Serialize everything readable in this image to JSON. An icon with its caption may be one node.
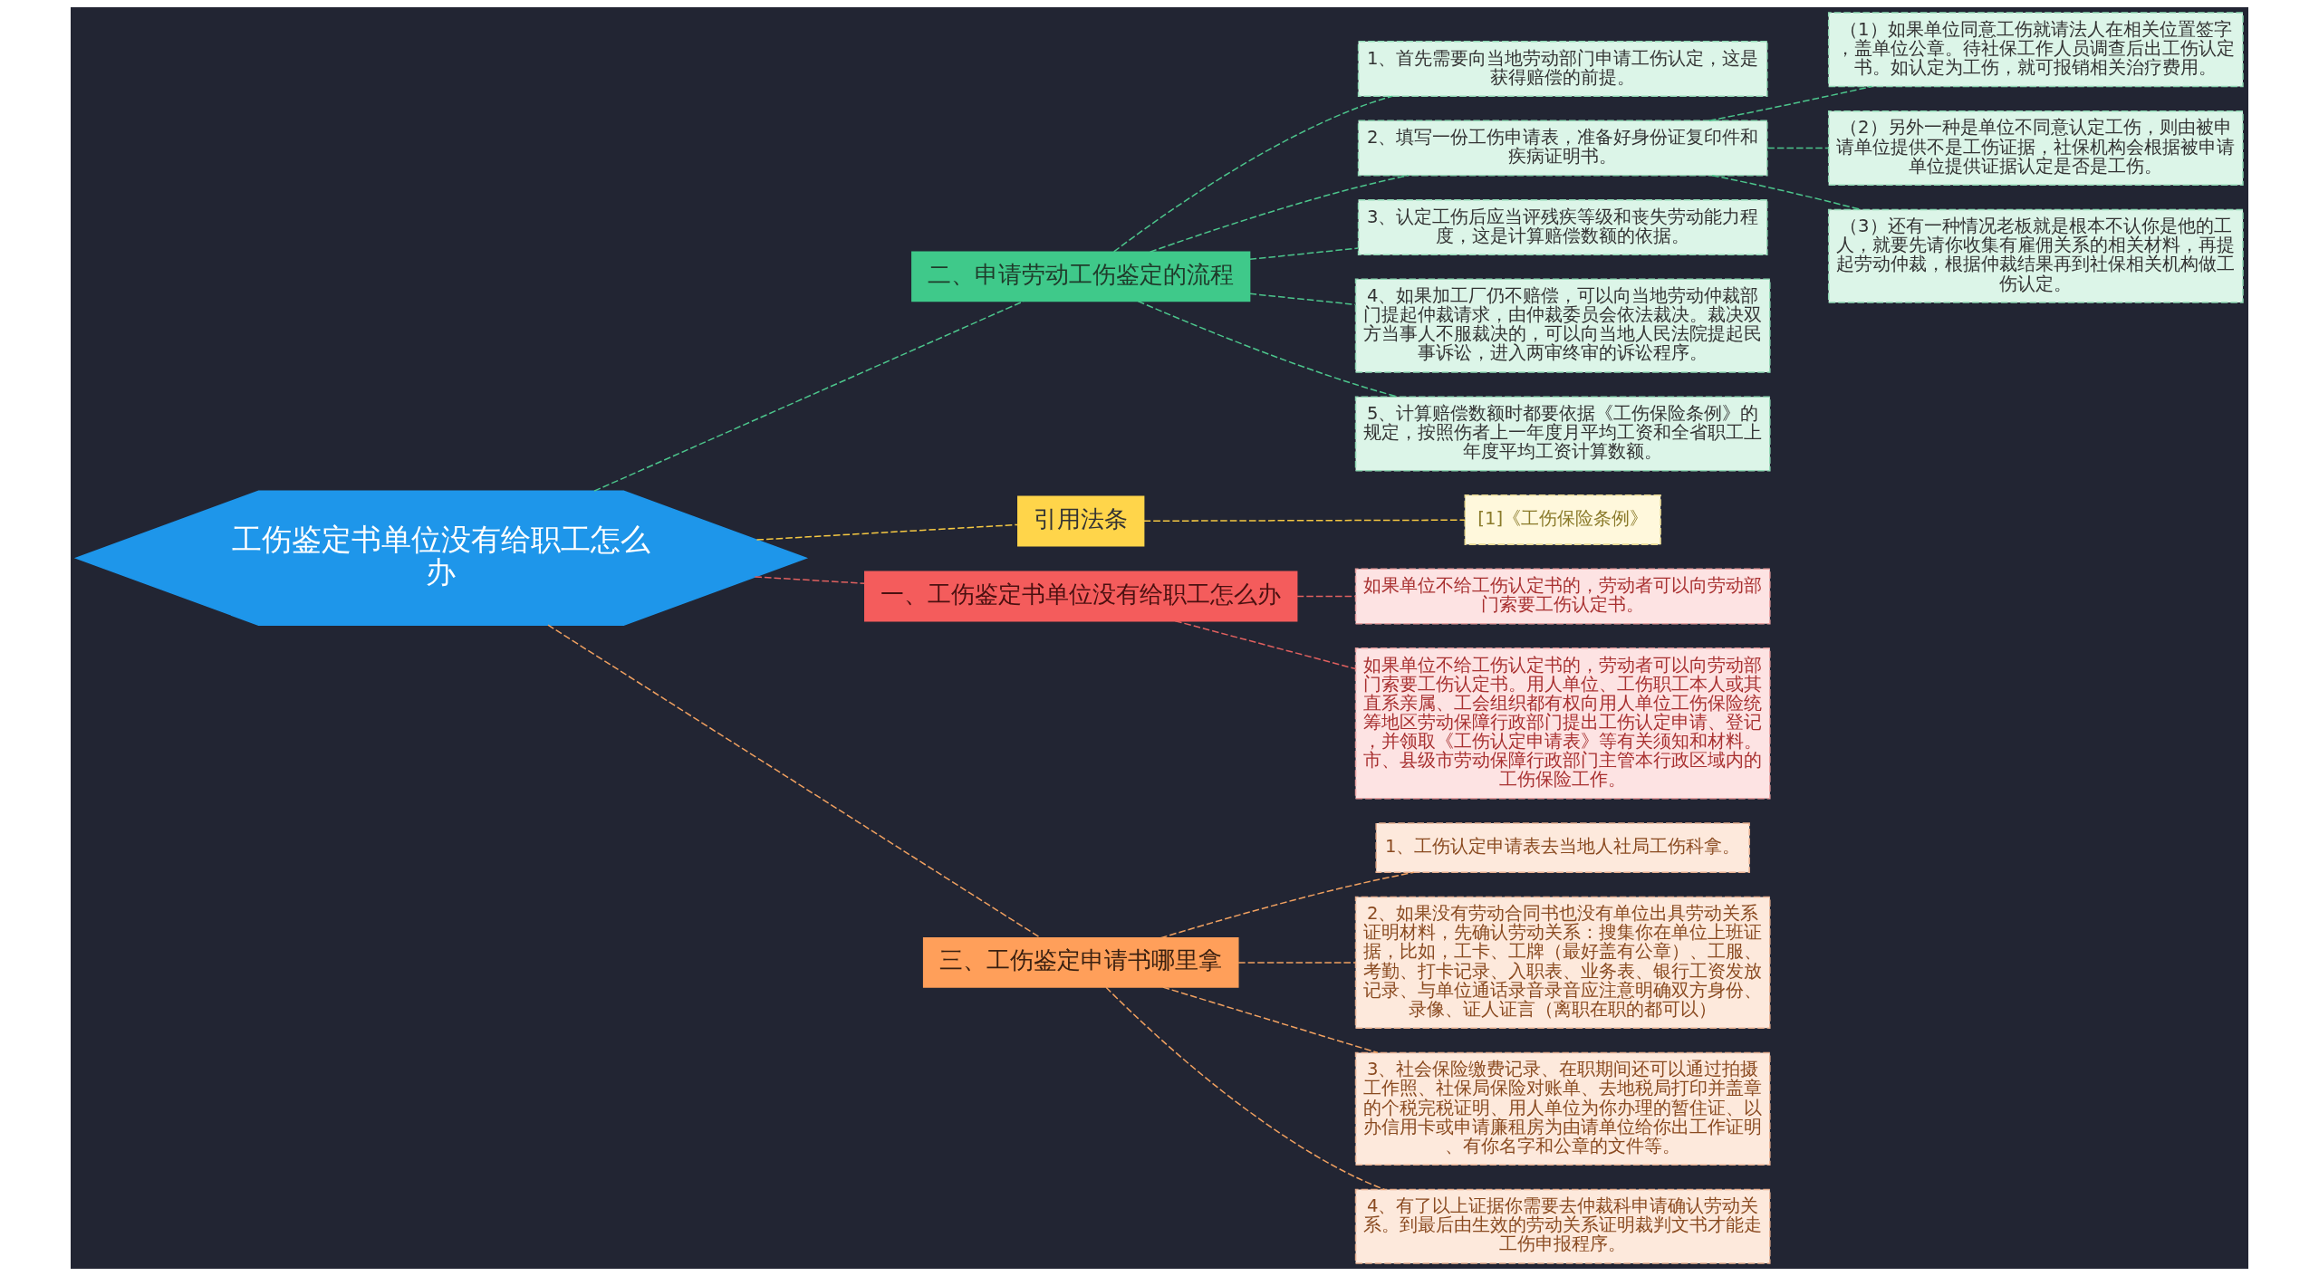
{
  "diagram": {
    "nodes": [
      {
        "text": [
          "工伤鉴定书单位没有给职工怎么办"
        ]
      },
      {
        "text": [
          "二、申请劳动工伤鉴定的流程"
        ]
      },
      {
        "text": [
          "1、首先需要向当地劳动部门申请工伤认定，这是获得赔偿的前提。"
        ]
      },
      {
        "text": [
          "2、填写一份工伤申请表，准备好身份证复印件和疾病证明书。"
        ]
      },
      {
        "text": [
          "（1）如果单位同意工伤就请法人在相关位置签字，盖单位公章。待社保工作人员调查后出工伤认定书。如认定为工伤，就可报销相关治疗费用。"
        ]
      },
      {
        "text": [
          "（2）另外一种是单位不同意认定工伤，则由被申请单位提供不是工伤证据，社保机构会根据被申请单位提供证据认定是否是工伤。"
        ]
      },
      {
        "text": [
          "（3）还有一种情况老板就是根本不认你是他的工人，就要先请你收集有雇佣关系的相关材料，再提起劳动仲裁，根据仲裁结果再到社保相关机构做工伤认定。"
        ]
      },
      {
        "text": [
          "3、认定工伤后应当评残疾等级和丧失劳动能力程度，这是计算赔偿数额的依据。"
        ]
      },
      {
        "text": [
          "4、如果加工厂仍不赔偿，可以向当地劳动仲裁部门提起仲裁请求，由仲裁委员会依法裁决。裁决双方当事人不服裁决的，可以向当地人民法院提起民事诉讼，进入两审终审的诉讼程序。"
        ]
      },
      {
        "text": [
          "5、计算赔偿数额时都要依据《工伤保险条例》的规定，按照伤者上一年度月平均工资和全省职工上年度平均工资计算数额。"
        ]
      },
      {
        "text": [
          "引用法条"
        ]
      },
      {
        "text": [
          "[1]《工伤保险条例》"
        ]
      },
      {
        "text": [
          "一、工伤鉴定书单位没有给职工怎么办"
        ]
      },
      {
        "text": [
          "如果单位不给工伤认定书的，劳动者可以向劳动部门索要工伤认定书。"
        ]
      },
      {
        "text": [
          "如果单位不给工伤认定书的，劳动者可以向劳动部门索要工伤认定书。用人单位、工伤职工本人或其直系亲属、工会组织都有权向用人单位工伤保险统筹地区劳动保障行政部门提出工伤认定申请、登记，并领取《工伤认定申请表》等有关须知和材料。市、县级市劳动保障行政部门主管本行政区域内的工伤保险工作。"
        ]
      },
      {
        "text": [
          "三、工伤鉴定申请书哪里拿"
        ]
      },
      {
        "text": [
          "1、工伤认定申请表去当地人社局工伤科拿。"
        ]
      },
      {
        "text": [
          "2、如果没有劳动合同书也没有单位出具劳动关系证明材料，先确认劳动关系：搜集你在单位上班证据，比如，工卡、工牌（最好盖有公章）、工服、考勤、打卡记录、入职表、业务表、银行工资发放记录、与单位通话录音录音应注意明确双方身份、录像、证人证言（离职在职的都可以）"
        ]
      },
      {
        "text": [
          "3、社会保险缴费记录、在职期间还可以通过拍摄工作照、社保局保险对账单、去地税局打印并盖章的个税完税证明、用人单位为你办理的暂住证、以办信用卡或申请廉租房为由请单位给你出工作证明、有你名字和公章的文件等。"
        ]
      },
      {
        "text": [
          "4、有了以上证据你需要去仲裁科申请确认劳动关系。到最后由生效的劳动关系证明裁判文书才能走工伤申报程序。"
        ]
      }
    ],
    "edges": [
      {
        "from": 0,
        "to": 1,
        "arrow": "none",
        "style": "dashed",
        "color": "#4cc58c"
      },
      {
        "from": 1,
        "to": 2,
        "arrow": "none",
        "style": "dashed",
        "color": "#4cc58c"
      },
      {
        "from": 1,
        "to": 3,
        "arrow": "none",
        "style": "dashed",
        "color": "#4cc58c"
      },
      {
        "from": 3,
        "to": 4,
        "arrow": "none",
        "style": "dashed",
        "color": "#4cc58c"
      },
      {
        "from": 3,
        "to": 5,
        "arrow": "none",
        "style": "dashed",
        "color": "#4cc58c"
      },
      {
        "from": 3,
        "to": 6,
        "arrow": "none",
        "style": "dashed",
        "color": "#4cc58c"
      },
      {
        "from": 1,
        "to": 7,
        "arrow": "none",
        "style": "dashed",
        "color": "#4cc58c"
      },
      {
        "from": 1,
        "to": 8,
        "arrow": "none",
        "style": "dashed",
        "color": "#4cc58c"
      },
      {
        "from": 1,
        "to": 9,
        "arrow": "none",
        "style": "dashed",
        "color": "#4cc58c"
      },
      {
        "from": 0,
        "to": 10,
        "arrow": "none",
        "style": "dashed",
        "color": "#f5c842"
      },
      {
        "from": 10,
        "to": 11,
        "arrow": "none",
        "style": "dashed",
        "color": "#f5c842"
      },
      {
        "from": 0,
        "to": 12,
        "arrow": "none",
        "style": "dashed",
        "color": "#e0605f"
      },
      {
        "from": 12,
        "to": 13,
        "arrow": "none",
        "style": "dashed",
        "color": "#e0605f"
      },
      {
        "from": 12,
        "to": 14,
        "arrow": "none",
        "style": "dashed",
        "color": "#e0605f"
      },
      {
        "from": 0,
        "to": 15,
        "arrow": "none",
        "style": "dashed",
        "color": "#f0a060"
      },
      {
        "from": 15,
        "to": 16,
        "arrow": "none",
        "style": "dashed",
        "color": "#f0a060"
      },
      {
        "from": 15,
        "to": 17,
        "arrow": "none",
        "style": "dashed",
        "color": "#f0a060"
      },
      {
        "from": 15,
        "to": 18,
        "arrow": "none",
        "style": "dashed",
        "color": "#f0a060"
      },
      {
        "from": 15,
        "to": 19,
        "arrow": "none",
        "style": "dashed",
        "color": "#f0a060"
      }
    ]
  }
}
